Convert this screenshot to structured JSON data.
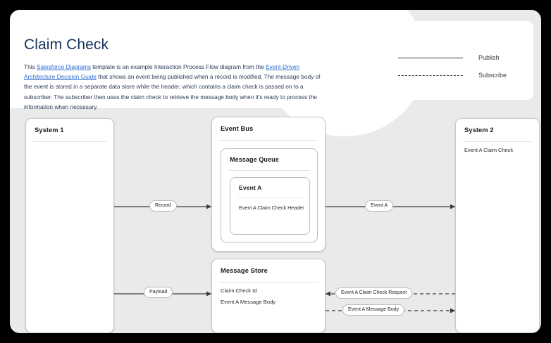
{
  "header": {
    "title": "Claim Check",
    "desc_part1": "This ",
    "link1": "Salesforce Diagrams",
    "desc_part2": " template is an example Interaction Process Flow diagram from the ",
    "link2": "Event-Driven Architecture Decision Guide",
    "desc_part3": " that shows an event being published when a record is modified.  The message body of the event is stored in a separate data store while the header, which contains a claim check is passed on to a subscriber.  The subscriber then uses the claim check to retrieve the message body when it's ready to process the information when necessary."
  },
  "legend": {
    "publish_label": "Publish",
    "subscribe_label": "Subscribe",
    "publish_style": "solid",
    "subscribe_style": "dashed"
  },
  "diagram": {
    "system1": {
      "title": "System 1",
      "items": []
    },
    "event_bus": {
      "title": "Event Bus"
    },
    "message_queue": {
      "title": "Message Queue"
    },
    "event_a": {
      "title": "Event A",
      "item1": "Event A Claim Check Header"
    },
    "message_store": {
      "title": "Message Store",
      "item1": "Claim Check Id",
      "item2": "Event A Message Body"
    },
    "system2": {
      "title": "System 2",
      "item1": "Event A Claim Check"
    },
    "connectors": {
      "publish_record": "Record",
      "event_a": "Event A",
      "payload": "Payload",
      "claim_check_request": "Event A Claim Check Request",
      "message_body": "Event A Message Body"
    }
  },
  "colors": {
    "title": "#16325c",
    "link": "#2f6fd0",
    "canvas": "#e9eaea",
    "node_border": "#c9c9c9",
    "connector": "#3b3b3b"
  }
}
